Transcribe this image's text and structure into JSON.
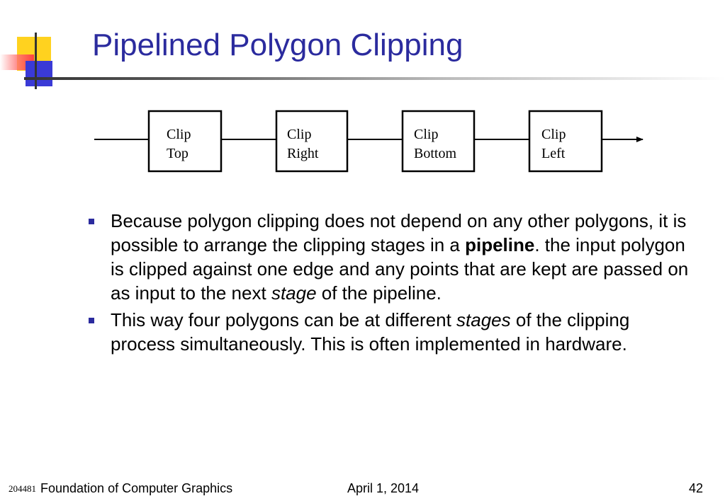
{
  "slide": {
    "title": "Pipelined Polygon Clipping"
  },
  "pipeline": {
    "stages": [
      {
        "line1": "Clip",
        "line2": "Top"
      },
      {
        "line1": "Clip",
        "line2": "Right"
      },
      {
        "line1": "Clip",
        "line2": "Bottom"
      },
      {
        "line1": "Clip",
        "line2": "Left"
      }
    ]
  },
  "bullets": [
    {
      "b1_t1": "Because polygon clipping does not depend on any other polygons, it is possible to arrange the clipping stages in a ",
      "b1_bold": "pipeline",
      "b1_t2": ".  the input polygon is clipped against one edge and any points that are kept are passed on as input to the next ",
      "b1_italic": "stage",
      "b1_t3": " of the pipeline."
    },
    {
      "b2_t1": "This way four polygons can be at different ",
      "b2_italic": "stages",
      "b2_t2": " of the clipping process simultaneously.  This is often implemented in hardware."
    }
  ],
  "footer": {
    "course_code": "204481",
    "course_title": "Foundation of Computer Graphics",
    "date": "April 1, 2014",
    "page_number": "42"
  },
  "colors": {
    "title": "#2b2b9e",
    "bullet": "#2b2b9e",
    "accent_yellow": "#ffd21f",
    "accent_red": "#ff4040",
    "accent_blue": "#3a3ad6"
  }
}
